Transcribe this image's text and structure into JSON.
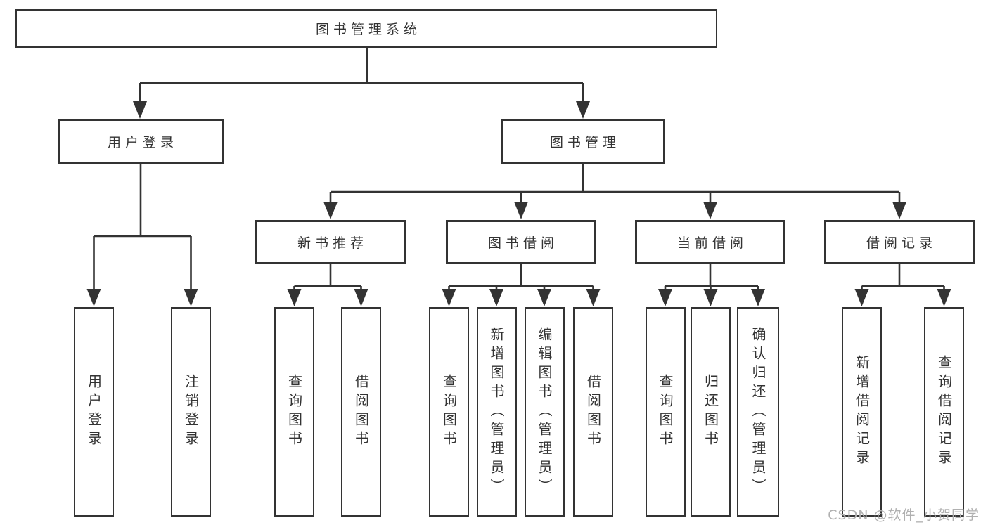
{
  "root": {
    "label": "图书管理系统"
  },
  "branches": {
    "user": {
      "label": "用户登录",
      "children": [
        {
          "label": "用户登录"
        },
        {
          "label": "注销登录"
        }
      ]
    },
    "books": {
      "label": "图书管理",
      "sections": [
        {
          "label": "新书推荐",
          "children": [
            {
              "label": "查询图书"
            },
            {
              "label": "借阅图书"
            }
          ]
        },
        {
          "label": "图书借阅",
          "children": [
            {
              "label": "查询图书"
            },
            {
              "label": "新增图书（管理员）"
            },
            {
              "label": "编辑图书（管理员）"
            },
            {
              "label": "借阅图书"
            }
          ]
        },
        {
          "label": "当前借阅",
          "children": [
            {
              "label": "查询图书"
            },
            {
              "label": "归还图书"
            },
            {
              "label": "确认归还（管理员）"
            }
          ]
        },
        {
          "label": "借阅记录",
          "children": [
            {
              "label": "新增借阅记录"
            },
            {
              "label": "查询借阅记录"
            }
          ]
        }
      ]
    }
  },
  "watermark": {
    "text": "CSDN @软件_小贺同学"
  },
  "colors": {
    "line": "#333333",
    "text": "#333333",
    "box_border": "#333333",
    "background": "#ffffff",
    "watermark": "#b0b0b0"
  }
}
